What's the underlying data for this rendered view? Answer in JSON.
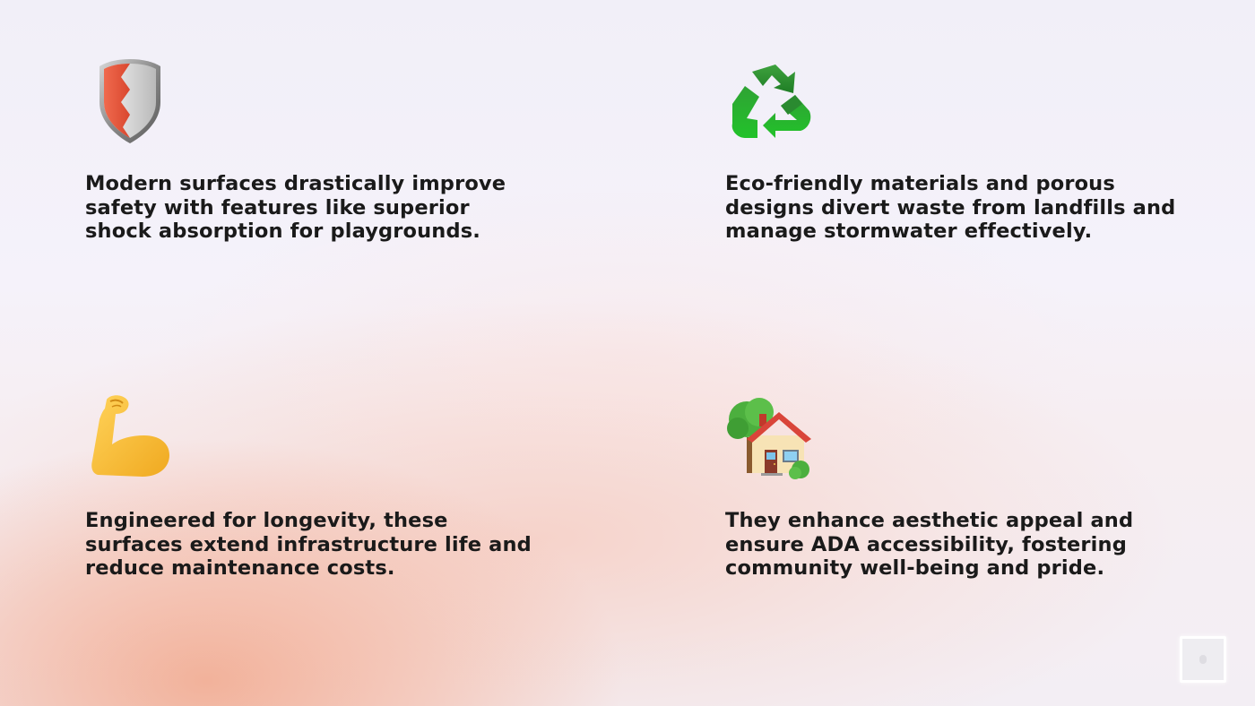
{
  "features": [
    {
      "icon": "shield-icon",
      "text": "Modern surfaces drastically improve safety with features like superior shock absorption for playgrounds."
    },
    {
      "icon": "recycle-icon",
      "text": "Eco-friendly materials and porous designs divert waste from landfills and manage stormwater effectively."
    },
    {
      "icon": "flexed-biceps-icon",
      "text": "Engineered for longevity, these surfaces extend infrastructure life and reduce maintenance costs."
    },
    {
      "icon": "house-with-garden-icon",
      "text": "They enhance aesthetic appeal and ensure ADA accessibility, fostering community well-being and pride."
    }
  ],
  "colors": {
    "text": "#1a1a1a",
    "background_top": "#f1eff8",
    "background_peach": "#f2a88c"
  }
}
